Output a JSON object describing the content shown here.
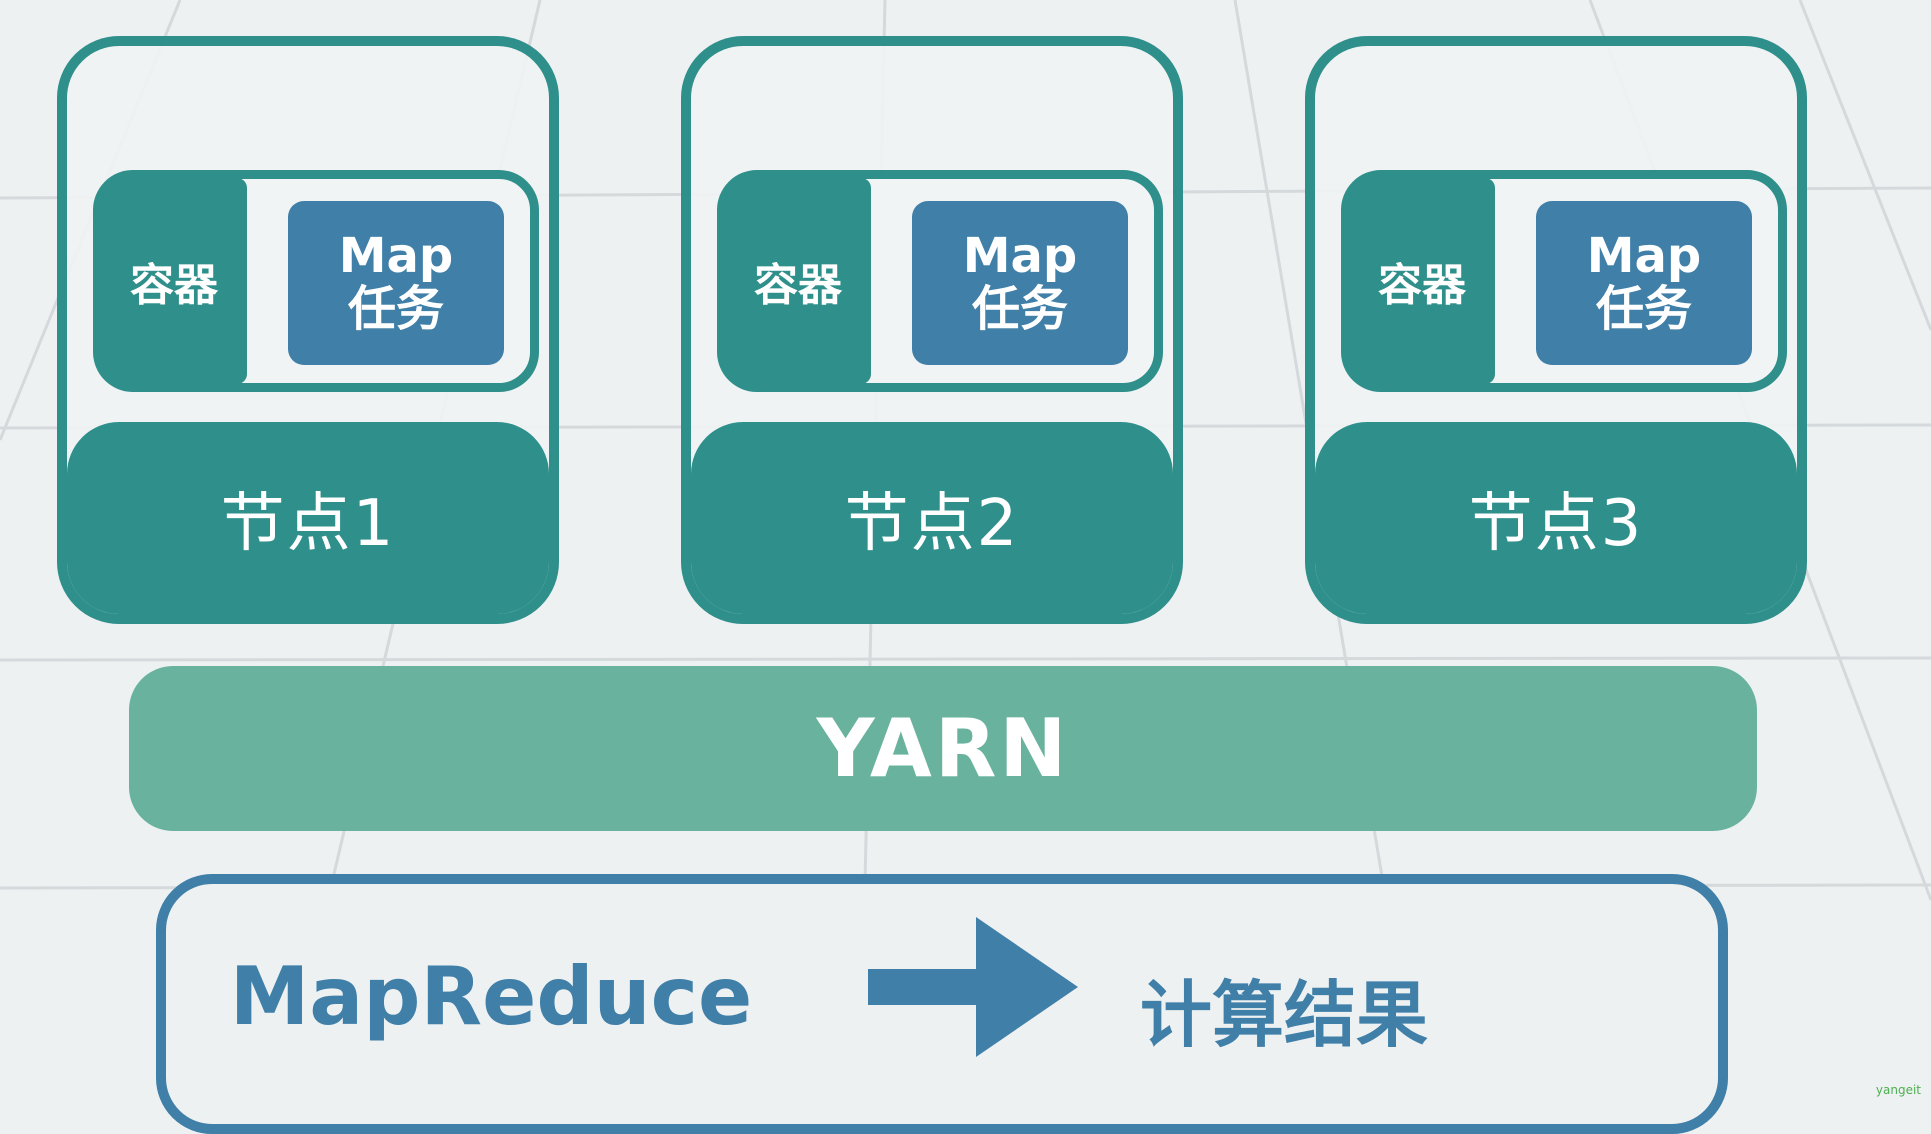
{
  "nodes": [
    {
      "label": "节点1",
      "container_label": "容器",
      "task_line1": "Map",
      "task_line2": "任务"
    },
    {
      "label": "节点2",
      "container_label": "容器",
      "task_line1": "Map",
      "task_line2": "任务"
    },
    {
      "label": "节点3",
      "container_label": "容器",
      "task_line1": "Map",
      "task_line2": "任务"
    }
  ],
  "yarn": {
    "label": "YARN"
  },
  "result": {
    "source_label": "MapReduce",
    "target_label": "计算结果"
  },
  "watermark": "yangeit",
  "colors": {
    "node_teal": "#2e8f8b",
    "task_blue": "#3f7fa8",
    "yarn_green": "#69b39e",
    "background": "#eef1f2"
  }
}
